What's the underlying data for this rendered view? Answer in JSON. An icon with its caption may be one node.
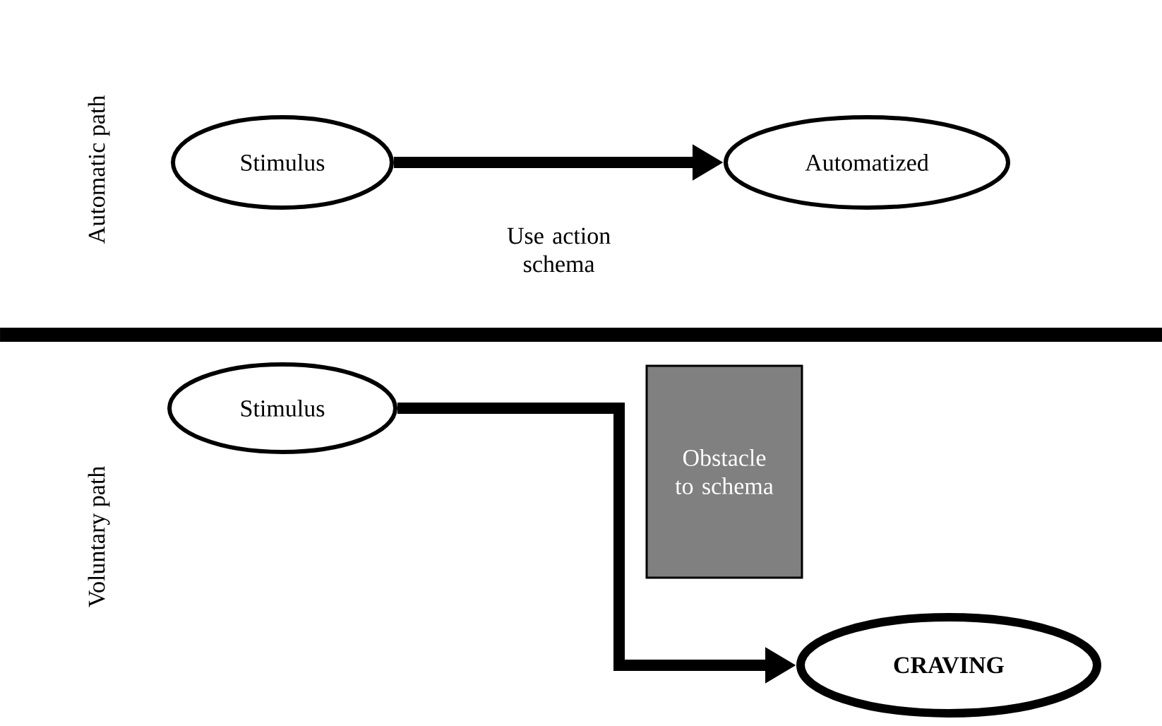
{
  "diagram": {
    "nodes": [
      {
        "text": [
          "Stimulus"
        ]
      },
      {
        "text": [
          "Automatized"
        ]
      },
      {
        "text": [
          "Stimulus"
        ]
      },
      {
        "text": [
          "Obstacle to schema"
        ]
      },
      {
        "text": [
          "CRAVING"
        ]
      }
    ],
    "edges": [
      {
        "from": 0,
        "to": 1,
        "arrow": "to",
        "label": "Use action schema"
      },
      {
        "from": 2,
        "to": 4,
        "arrow": "to"
      }
    ],
    "labels": [
      "Automatic path",
      "Voluntary path"
    ]
  }
}
